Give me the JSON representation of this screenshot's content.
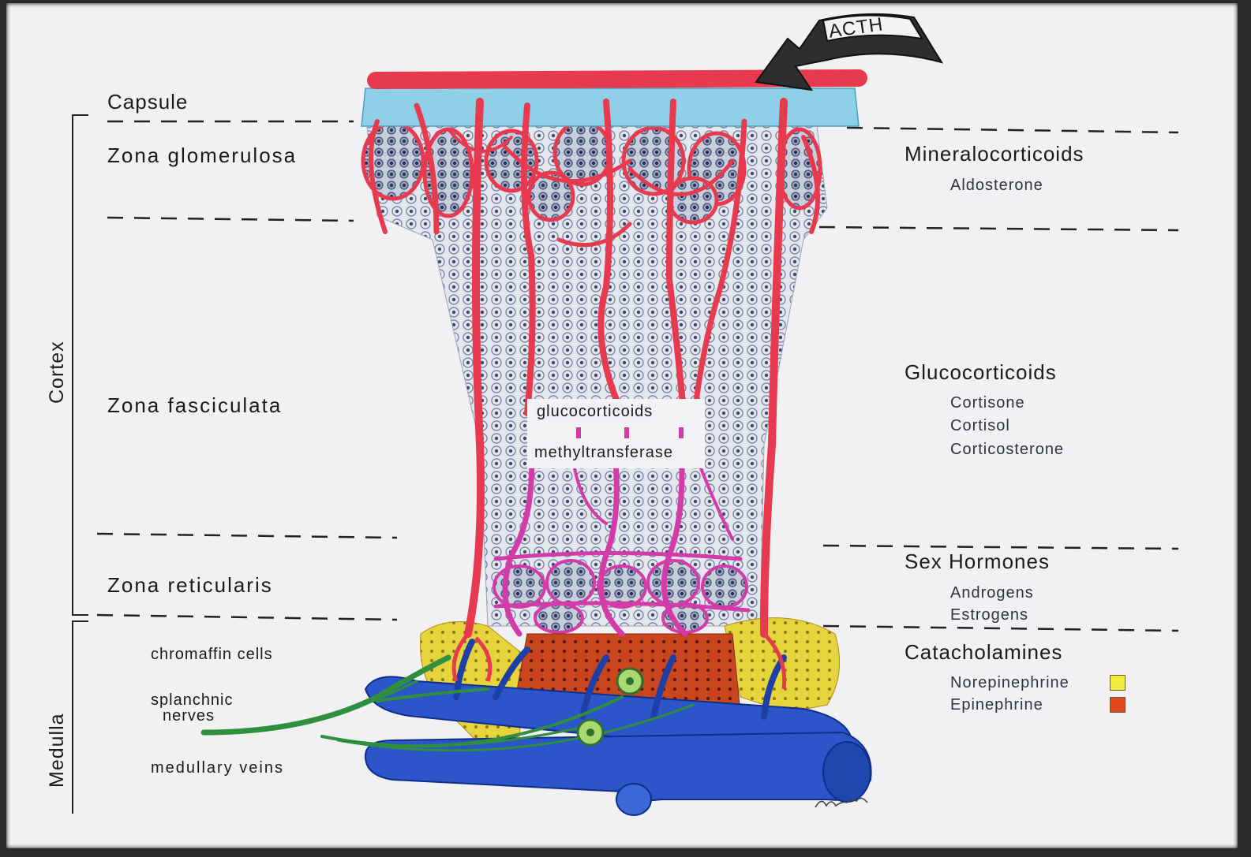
{
  "labels_left": {
    "capsule": "Capsule",
    "zona_glomerulosa": "Zona glomerulosa",
    "zona_fasciculata": "Zona fasciculata",
    "zona_reticularis": "Zona reticularis",
    "chromaffin_cells": "chromaffin cells",
    "splanchnic_nerves_1": "splanchnic",
    "splanchnic_nerves_2": "nerves",
    "medullary_veins": "medullary veins"
  },
  "labels_vertical": {
    "cortex": "Cortex",
    "medulla": "Medulla"
  },
  "labels_center": {
    "acth": "ACTH",
    "glucocorticoids": "glucocorticoids",
    "methyltransferase": "methyltransferase"
  },
  "labels_right": {
    "mineralocorticoids": "Mineralocorticoids",
    "aldosterone": "Aldosterone",
    "glucocorticoids": "Glucocorticoids",
    "cortisone": "Cortisone",
    "cortisol": "Cortisol",
    "corticosterone": "Corticosterone",
    "sex_hormones": "Sex Hormones",
    "androgens": "Androgens",
    "estrogens": "Estrogens",
    "catecholamines": "Catacholamines",
    "norepinephrine": "Norepinephrine",
    "epinephrine": "Epinephrine"
  },
  "legend_colors": {
    "norepinephrine": "#f4ec3a",
    "epinephrine": "#e2471f"
  },
  "colors": {
    "artery": "#e83a4f",
    "vein": "#2b55c8",
    "capsule": "#8fd0e8",
    "nerve": "#2f8f3f",
    "chromaffin_yellow": "#e9d83c",
    "chromaffin_red": "#d4461f"
  }
}
